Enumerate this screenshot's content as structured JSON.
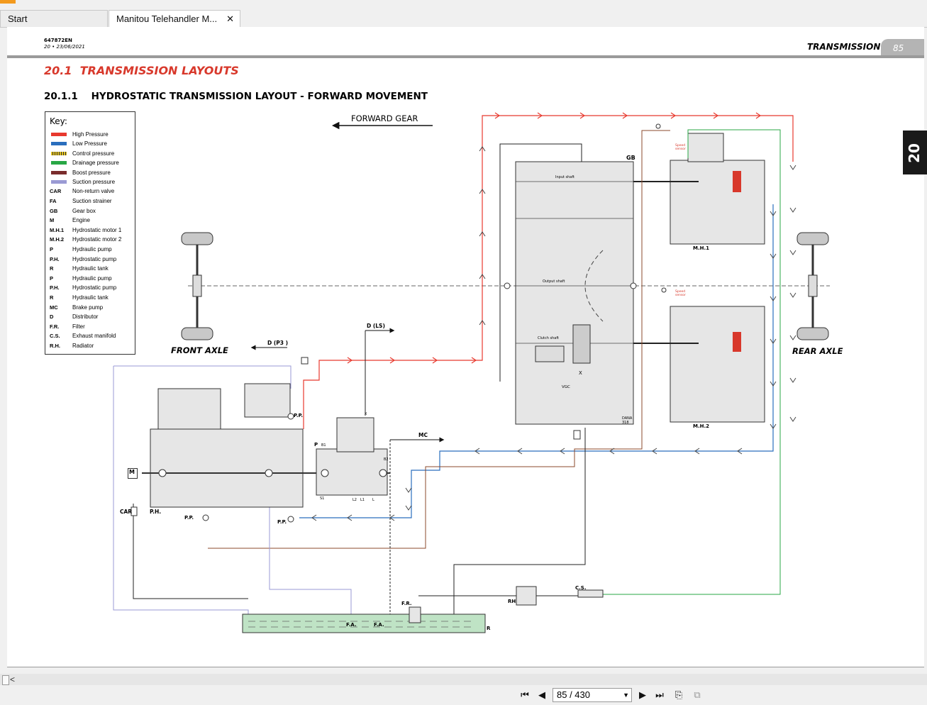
{
  "window": {
    "tabs": [
      {
        "label": "Start"
      },
      {
        "label": "Manitou Telehandler M..."
      }
    ]
  },
  "document": {
    "doc_code": "647872EN",
    "doc_date": "20 • 23/06/2021",
    "section_header": "TRANSMISSION",
    "page_number": "85",
    "side_tab": "20",
    "chapter_title": "20.1  TRANSMISSION LAYOUTS",
    "section_title": "20.1.1    HYDROSTATIC TRANSMISSION LAYOUT - FORWARD MOVEMENT",
    "forward_gear": "FORWARD GEAR",
    "front_axle": "FRONT AXLE",
    "rear_axle": "REAR AXLE",
    "key": {
      "title": "Key:",
      "colors": [
        {
          "label": "High Pressure",
          "color": "#e8392e"
        },
        {
          "label": "Low Pressure",
          "color": "#2a6ebd"
        },
        {
          "label": "Control pressure",
          "color": "#e0c020"
        },
        {
          "label": "Drainage pressure",
          "color": "#28a745"
        },
        {
          "label": "Boost pressure",
          "color": "#7a2c2c"
        },
        {
          "label": "Suction pressure",
          "color": "#9a9ad4"
        }
      ],
      "abbreviations": [
        {
          "abbr": "CAR",
          "text": "Non-return valve"
        },
        {
          "abbr": "FA",
          "text": "Suction strainer"
        },
        {
          "abbr": "GB",
          "text": "Gear box"
        },
        {
          "abbr": "M",
          "text": "Engine"
        },
        {
          "abbr": "M.H.1",
          "text": "Hydrostatic motor 1"
        },
        {
          "abbr": "M.H.2",
          "text": "Hydrostatic motor 2"
        },
        {
          "abbr": "P",
          "text": "Hydraulic pump"
        },
        {
          "abbr": "P.H.",
          "text": "Hydrostatic pump"
        },
        {
          "abbr": "R",
          "text": "Hydraulic tank"
        },
        {
          "abbr": "P",
          "text": "Hydraulic pump"
        },
        {
          "abbr": "P.H.",
          "text": "Hydrostatic pump"
        },
        {
          "abbr": "R",
          "text": "Hydraulic tank"
        },
        {
          "abbr": "MC",
          "text": "Brake pump"
        },
        {
          "abbr": "D",
          "text": "Distributor"
        },
        {
          "abbr": "F.R.",
          "text": "Filter"
        },
        {
          "abbr": "C.S.",
          "text": "Exhaust manifold"
        },
        {
          "abbr": "R.H.",
          "text": "Radiator"
        }
      ]
    },
    "labels": {
      "gb": "GB",
      "mh1": "M.H.1",
      "mh2": "M.H.2",
      "input_shaft": "Input shaft",
      "output_shaft": "Output shaft",
      "clutch_shaft": "Clutch shaft",
      "dana": "DANA",
      "dana_model": "318",
      "d_p3": "D (P3 )",
      "d_ls": "D (LS)",
      "mc": "MC",
      "m": "M",
      "car": "CAR",
      "ph": "P.H.",
      "pp1": "P.P.",
      "pp2": "P.P.",
      "pp3": "P.P.",
      "p": "P",
      "fa1": "F.A.",
      "fa2": "F.A.",
      "fr": "F.R.",
      "rh": "RH",
      "cs": "C.S.",
      "r": "R",
      "vgc": "VGC",
      "x": "X",
      "s1": "S1",
      "b1": "B1",
      "b2": "B2",
      "l2": "L2",
      "l1": "L1",
      "l": "L",
      "speed_sensor_1": "Speed sensor",
      "speed_sensor_2": "Speed sensor"
    }
  },
  "navigation": {
    "page_selector": "85 / 430"
  }
}
